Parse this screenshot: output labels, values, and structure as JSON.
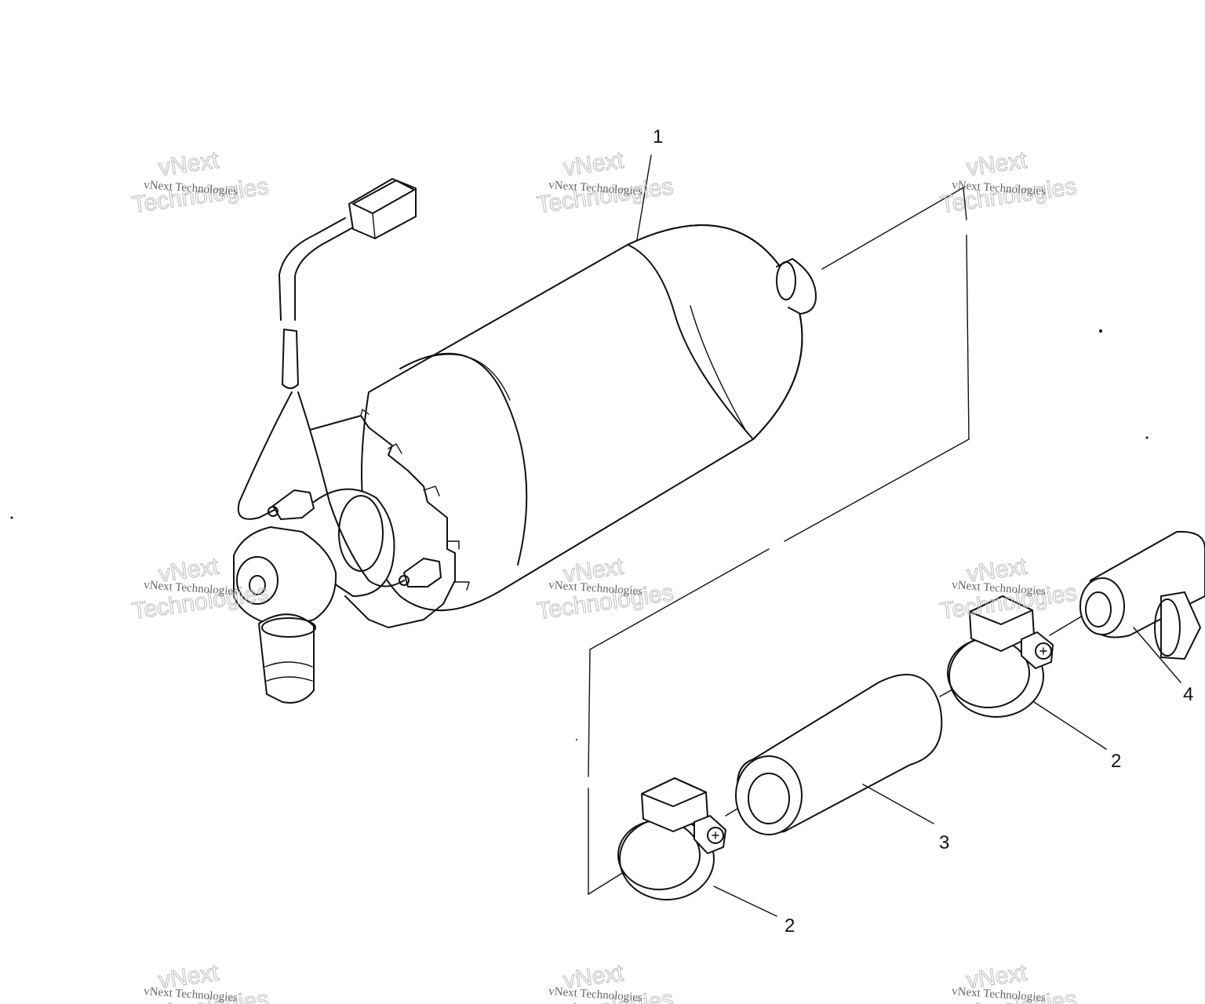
{
  "diagram": {
    "callouts": [
      {
        "label": "1",
        "part": "fuel-pump"
      },
      {
        "label": "2",
        "part": "hose-clamp-lower"
      },
      {
        "label": "2",
        "part": "hose-clamp-upper"
      },
      {
        "label": "3",
        "part": "fuel-hose"
      },
      {
        "label": "4",
        "part": "hose-fitting"
      }
    ]
  },
  "watermark": {
    "line1": "vNext",
    "line2": "Technologies",
    "small": "vNext Technologies"
  }
}
